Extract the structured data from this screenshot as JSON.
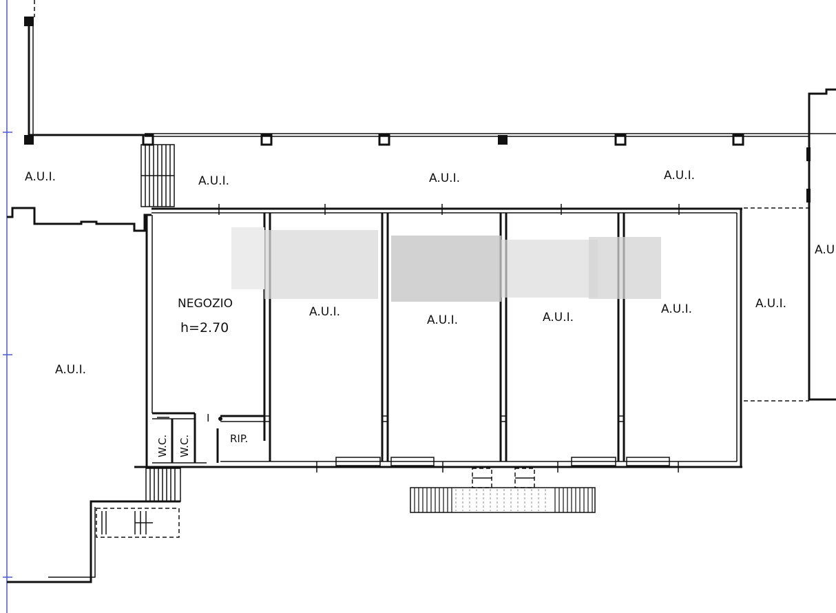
{
  "labels": {
    "aui": "A.U.I.",
    "aui_cut": "A.U",
    "negozio": "NEGOZIO",
    "height": "h=2.70",
    "wc": "W.C.",
    "rip": "RIP.",
    "door_mark": "I"
  },
  "colors": {
    "ink": "#111111",
    "grid_line": "#4a57d6",
    "redaction": "#cfcfcf"
  }
}
